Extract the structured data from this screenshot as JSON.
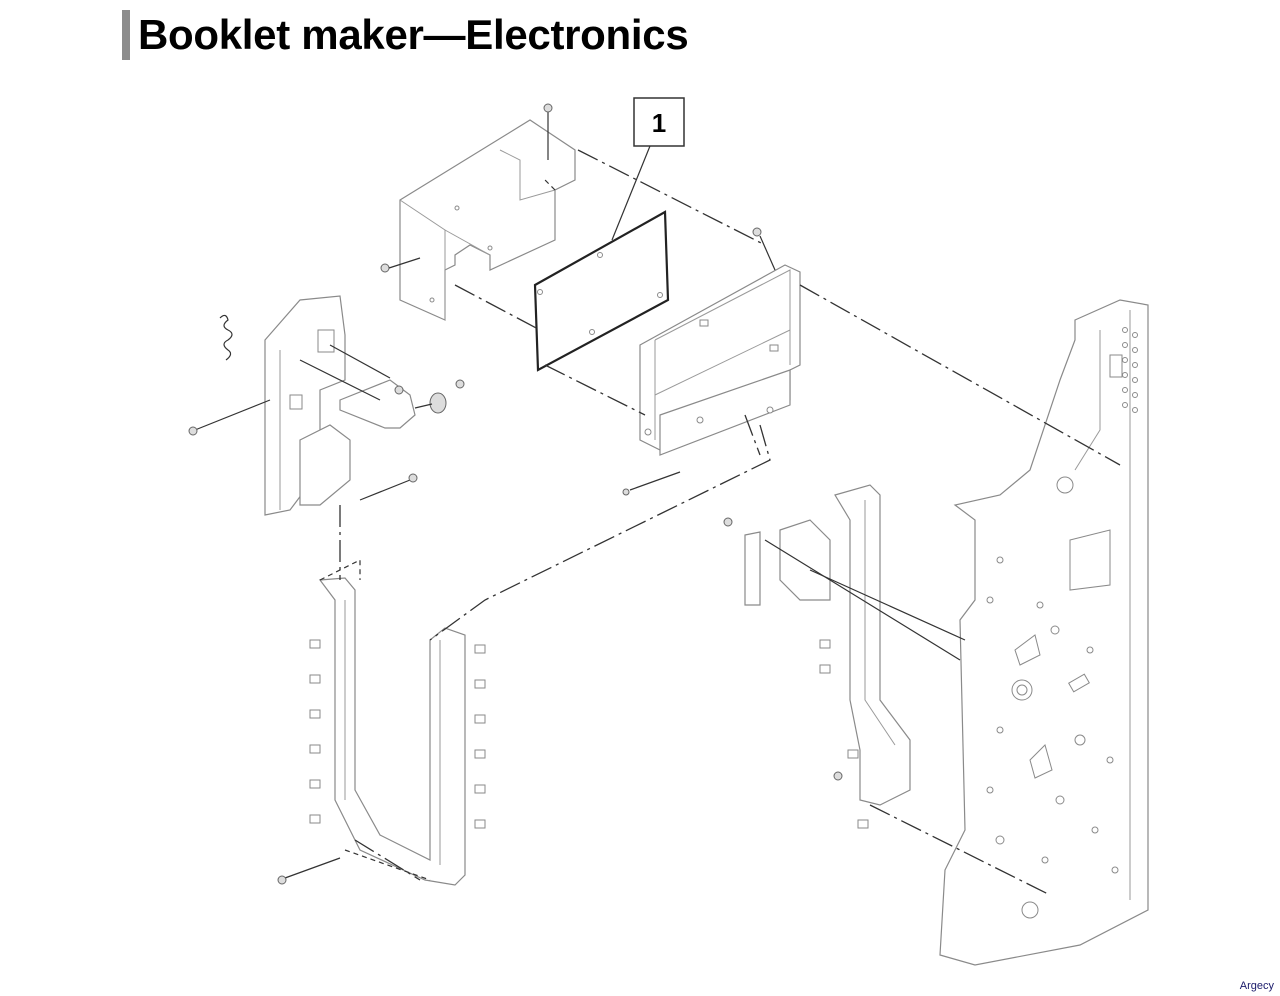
{
  "title": "Booklet maker—Electronics",
  "callouts": [
    {
      "label": "1"
    }
  ],
  "watermark": "Argecy",
  "colors": {
    "title_bar": "#8c8c8c",
    "part_outline": "#8a8a8a",
    "leader_line": "#333333"
  }
}
